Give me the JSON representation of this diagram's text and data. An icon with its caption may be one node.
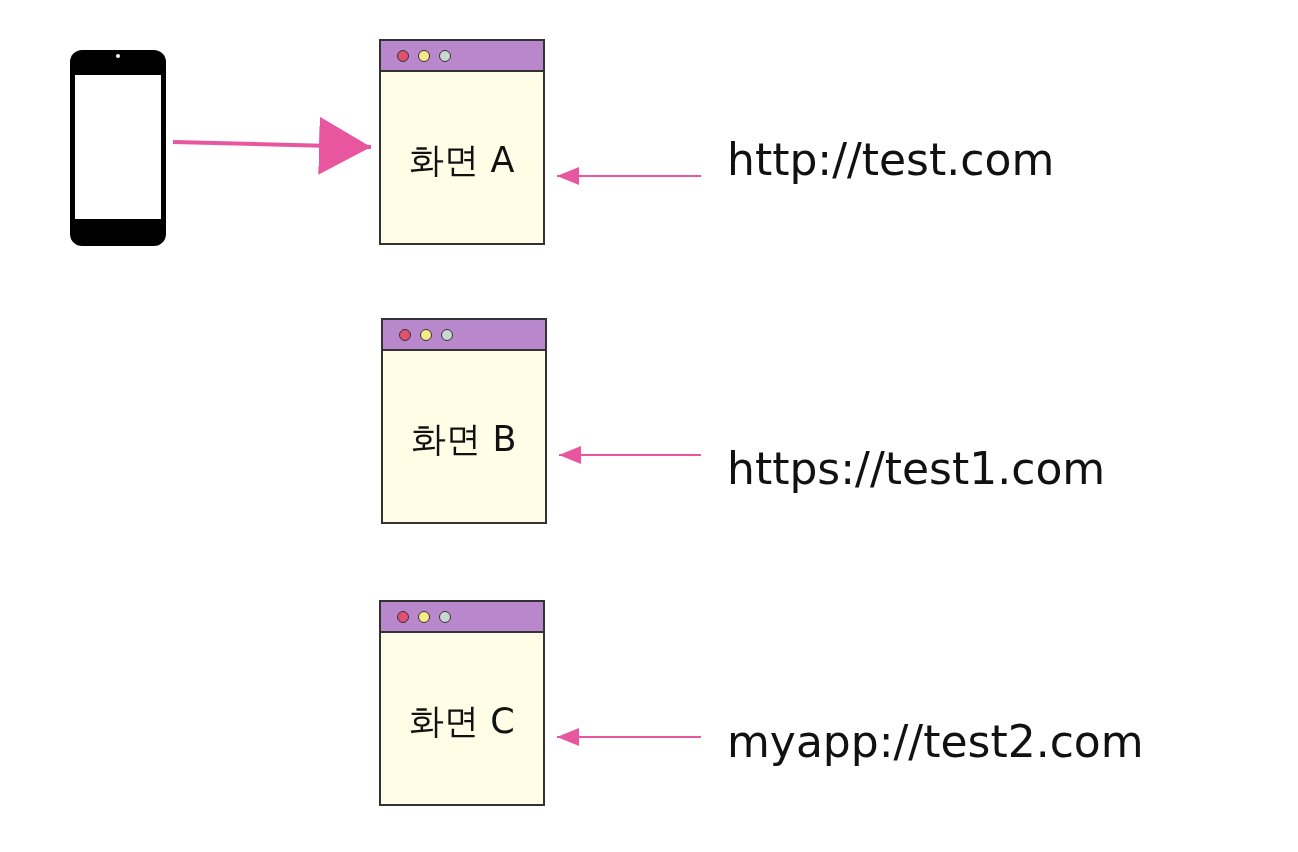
{
  "diagram": {
    "nodes": [
      {
        "text": [],
        "shape": "phone"
      },
      {
        "text": [
          "화면 A"
        ]
      },
      {
        "text": [
          "화면 B"
        ]
      },
      {
        "text": [
          "화면 C"
        ]
      },
      {
        "text": [
          "http://test.com"
        ]
      },
      {
        "text": [
          "https://test1.com"
        ]
      },
      {
        "text": [
          "myapp://test2.com"
        ]
      }
    ],
    "edges": [
      {
        "from": 0,
        "to": 1,
        "arrow": "to",
        "style": "thick"
      },
      {
        "from": 4,
        "to": 1,
        "arrow": "to"
      },
      {
        "from": 5,
        "to": 2,
        "arrow": "to"
      },
      {
        "from": 6,
        "to": 3,
        "arrow": "to"
      }
    ]
  }
}
